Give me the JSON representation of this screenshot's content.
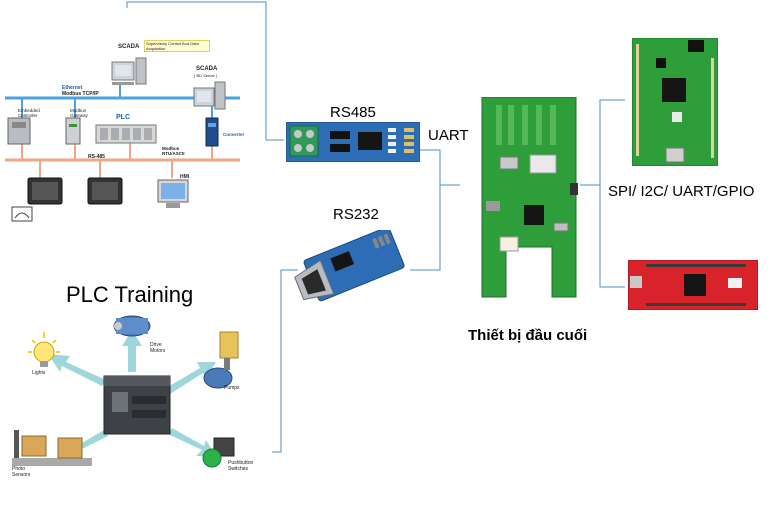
{
  "labels": {
    "rs485": "RS485",
    "rs232": "RS232",
    "uart": "UART",
    "spi": "SPI/ I2C/ UART/GPIO",
    "terminal": "Thiết bị đầu cuối",
    "plc_training": "PLC Training"
  },
  "network": {
    "scada1": "SCADA",
    "scada1_sub": "Supervisory Control And Data Acquisition",
    "scada2": "SCADA",
    "scada2_sub": "( BD Server )",
    "ethernet": "Ethernet",
    "modbus_tcp": "Modbus TCP/IP",
    "embedded": "Embedded Controller",
    "gateway": "Modbus Gateway",
    "plc": "PLC",
    "converter": "Converter",
    "rs485": "RS-485",
    "rtu": "Modbus RTU/ASCII",
    "hmi": "HMI"
  },
  "training": {
    "lights": "Lights",
    "motors": "Drive Motors",
    "pumps": "Pumps",
    "photo": "Photo Sensors",
    "switches": "Pushbutton Switches"
  },
  "colors": {
    "ethernet_line": "#4aa3e0",
    "rs485_line": "#f2a488",
    "connector": "#4a90c8",
    "pcb_green": "#2e9e3a",
    "pcb_red": "#d8232a",
    "module_blue": "#2d6db5",
    "arrow": "#9fd6dc"
  }
}
